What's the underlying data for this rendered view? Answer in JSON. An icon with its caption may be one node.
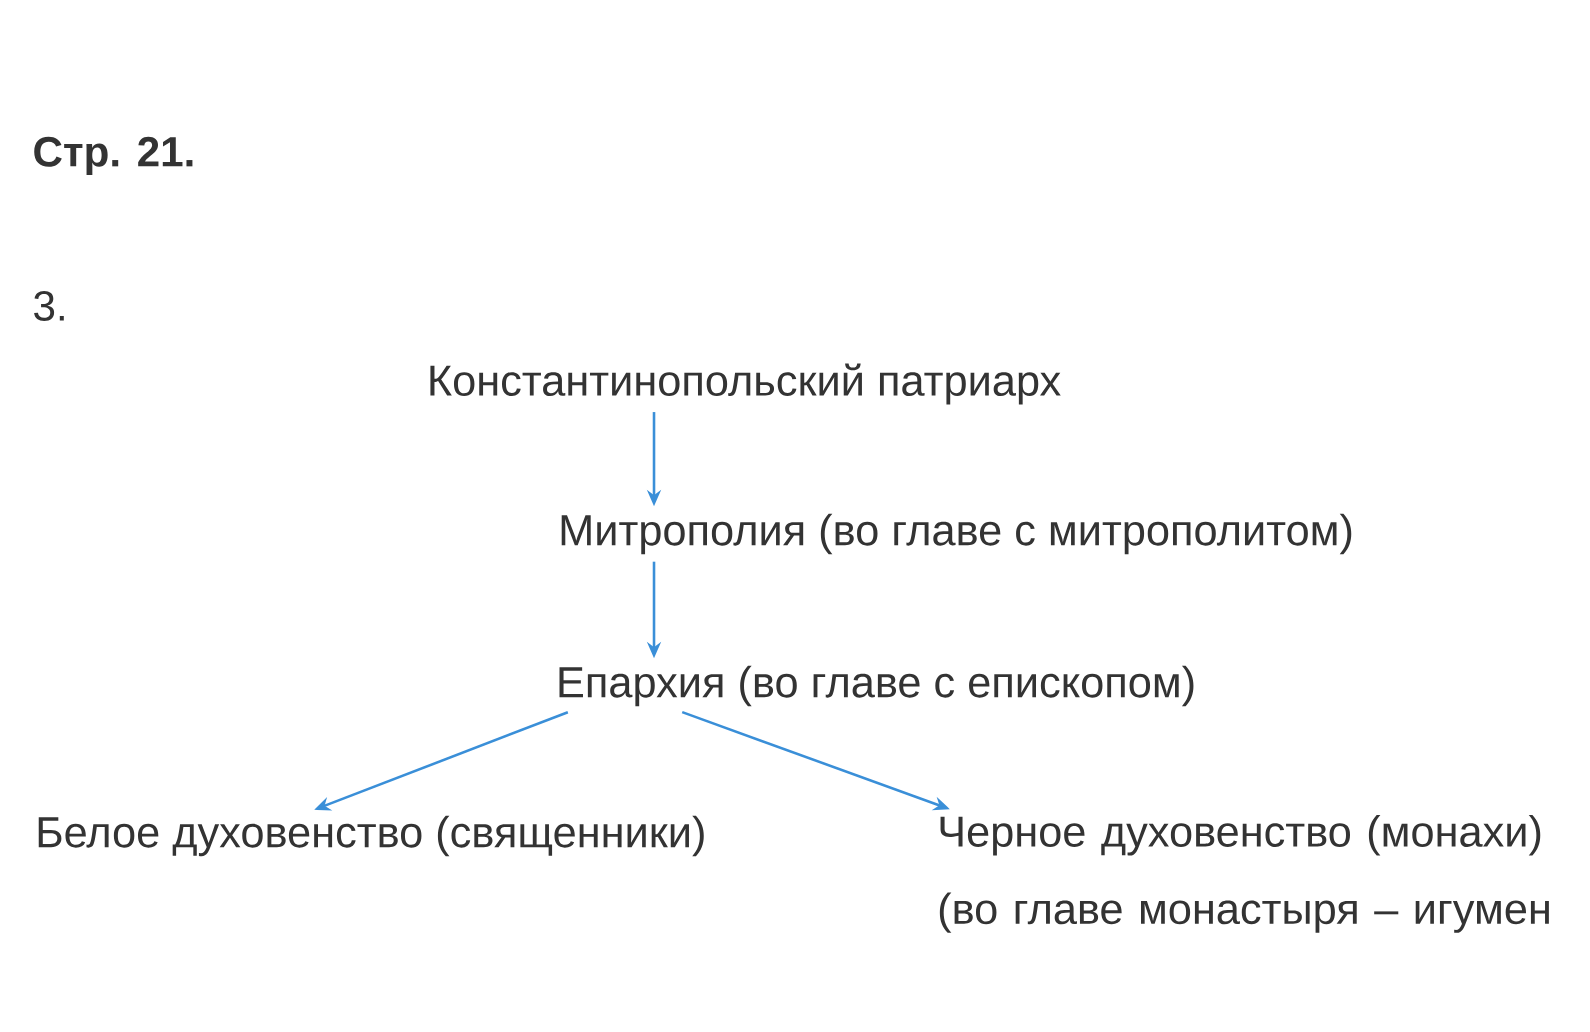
{
  "diagram": {
    "nodes": [
      {
        "text": [
          "Константинопольский патриарх"
        ]
      },
      {
        "text": [
          "Митрополия (во главе с митрополитом)"
        ]
      },
      {
        "text": [
          "Епархия (во главе с епископом)"
        ]
      },
      {
        "text": [
          "Белое духовенство (священники)"
        ]
      },
      {
        "text": [
          "Черное духовенство (монахи) (во главе монастыря – игумен"
        ]
      }
    ],
    "edges": [
      {
        "from": 0,
        "to": 1,
        "arrow": "to"
      },
      {
        "from": 1,
        "to": 2,
        "arrow": "to"
      },
      {
        "from": 2,
        "to": 3,
        "arrow": "to"
      },
      {
        "from": 2,
        "to": 4,
        "arrow": "to"
      }
    ],
    "labels": [
      "Стр. 21.",
      "3."
    ]
  }
}
